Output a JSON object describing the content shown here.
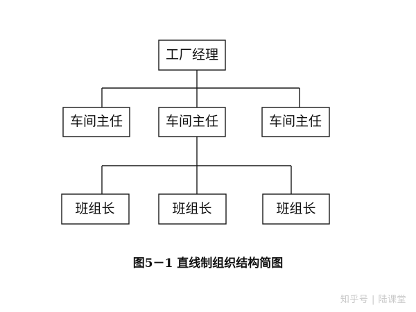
{
  "nodes": {
    "root": "工厂经理",
    "level1": [
      "车间主任",
      "车间主任",
      "车间主任"
    ],
    "level2": [
      "班组长",
      "班组长",
      "班组长"
    ]
  },
  "caption": "图5－1 直线制组织结构简图",
  "watermark": "知乎号 | 陆课堂"
}
